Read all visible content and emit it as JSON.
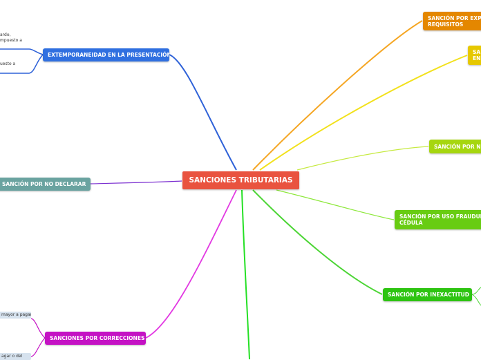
{
  "map": {
    "central": {
      "label": "SANCIONES TRIBUTARIAS",
      "color": "#e9533f"
    },
    "branches": [
      {
        "id": "expedir",
        "label": "SANCIÓN POR EXPE",
        "label2": "REQUISITOS",
        "color": "#e48700",
        "line": "#f5a623"
      },
      {
        "id": "enviar",
        "label": "SA",
        "label2": "EN",
        "color": "#e6c800",
        "line": "#f2e11c"
      },
      {
        "id": "nofacturar",
        "label": "SANCIÓN POR NO",
        "label2": "",
        "color": "#a6d60f",
        "line": "#c6ea40"
      },
      {
        "id": "fraudulento",
        "label": "SANCIÓN POR USO FRAUDULE",
        "label2": "CÉDULA",
        "color": "#68cc12",
        "line": "#8ee83c"
      },
      {
        "id": "inexactitud",
        "label": "SANCIÓN POR INEXACTITUD",
        "label2": "",
        "color": "#2dc411",
        "line": "#4cd535"
      },
      {
        "id": "extemporaneidad",
        "label": "EXTEMPORANEIDAD EN LA PRESENTACIÓN",
        "label2": "",
        "color": "#2f6fe0",
        "line": "#2f62d8"
      },
      {
        "id": "nodeclarar",
        "label": "SANCIÓN POR NO DECLARAR",
        "label2": "",
        "color": "#6aa3a0",
        "line": "#7b2fd0"
      },
      {
        "id": "correcciones",
        "label": "SANCIONES POR CORRECCIONES",
        "label2": "",
        "color": "#c412c4",
        "line": "#e23ae2"
      }
    ],
    "bottom_link_color": "#24e024",
    "leaves": {
      "extemp_1a": "ardo,",
      "extemp_1b": "mpuesto a",
      "extemp_2": "uesto a",
      "corr_1": "mayor a pagar",
      "corr_2": "agar o del"
    }
  }
}
